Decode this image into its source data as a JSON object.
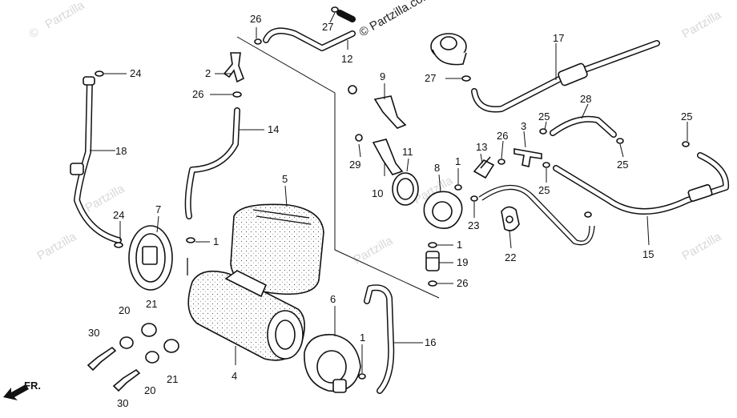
{
  "watermark": {
    "brand": "Partzilla",
    "notice": "© Partzilla.com",
    "symbol": "©"
  },
  "direction": {
    "label": "FR."
  },
  "callouts": [
    "1",
    "2",
    "3",
    "4",
    "5",
    "6",
    "7",
    "8",
    "9",
    "10",
    "11",
    "12",
    "13",
    "14",
    "15",
    "16",
    "17",
    "18",
    "19",
    "20",
    "21",
    "22",
    "23",
    "24",
    "25",
    "26",
    "27",
    "28",
    "29",
    "30"
  ]
}
